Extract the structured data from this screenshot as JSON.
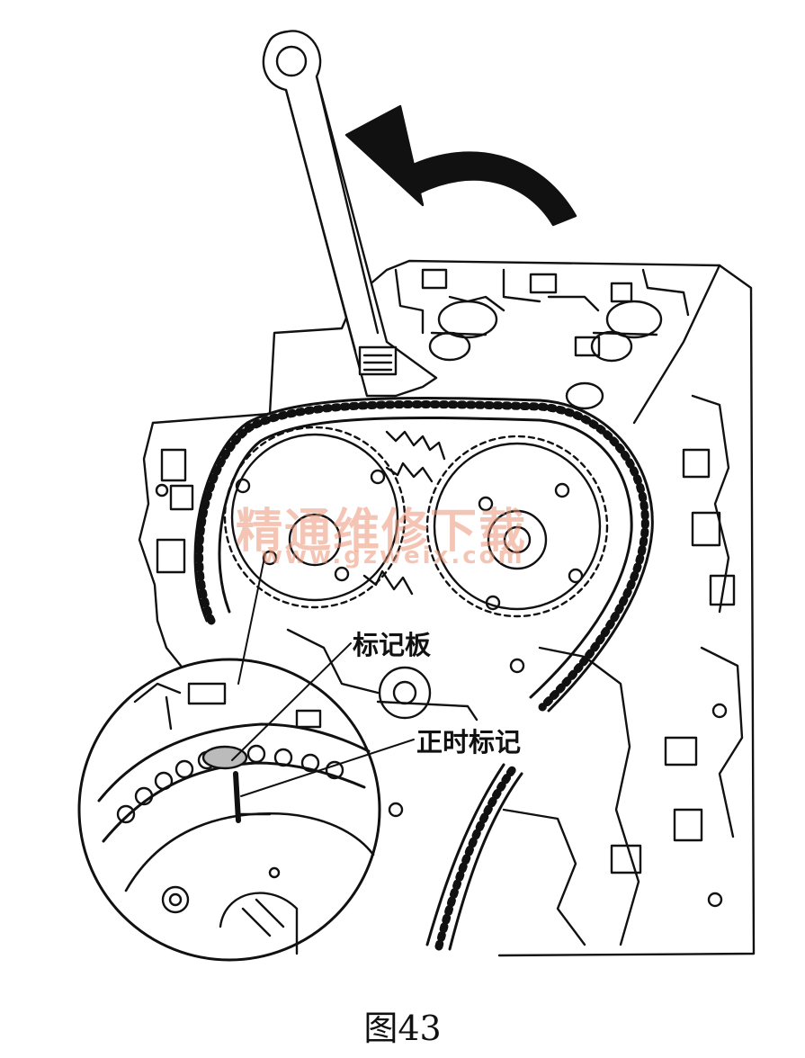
{
  "labels": {
    "marker_plate": "标记板",
    "timing_mark": "正时标记"
  },
  "caption": "图43",
  "watermark": {
    "text": "精通维修下载",
    "url": "www.gzweix.com"
  },
  "colors": {
    "ink": "#111111",
    "watermark": "#eb9678",
    "background": "#ffffff"
  }
}
